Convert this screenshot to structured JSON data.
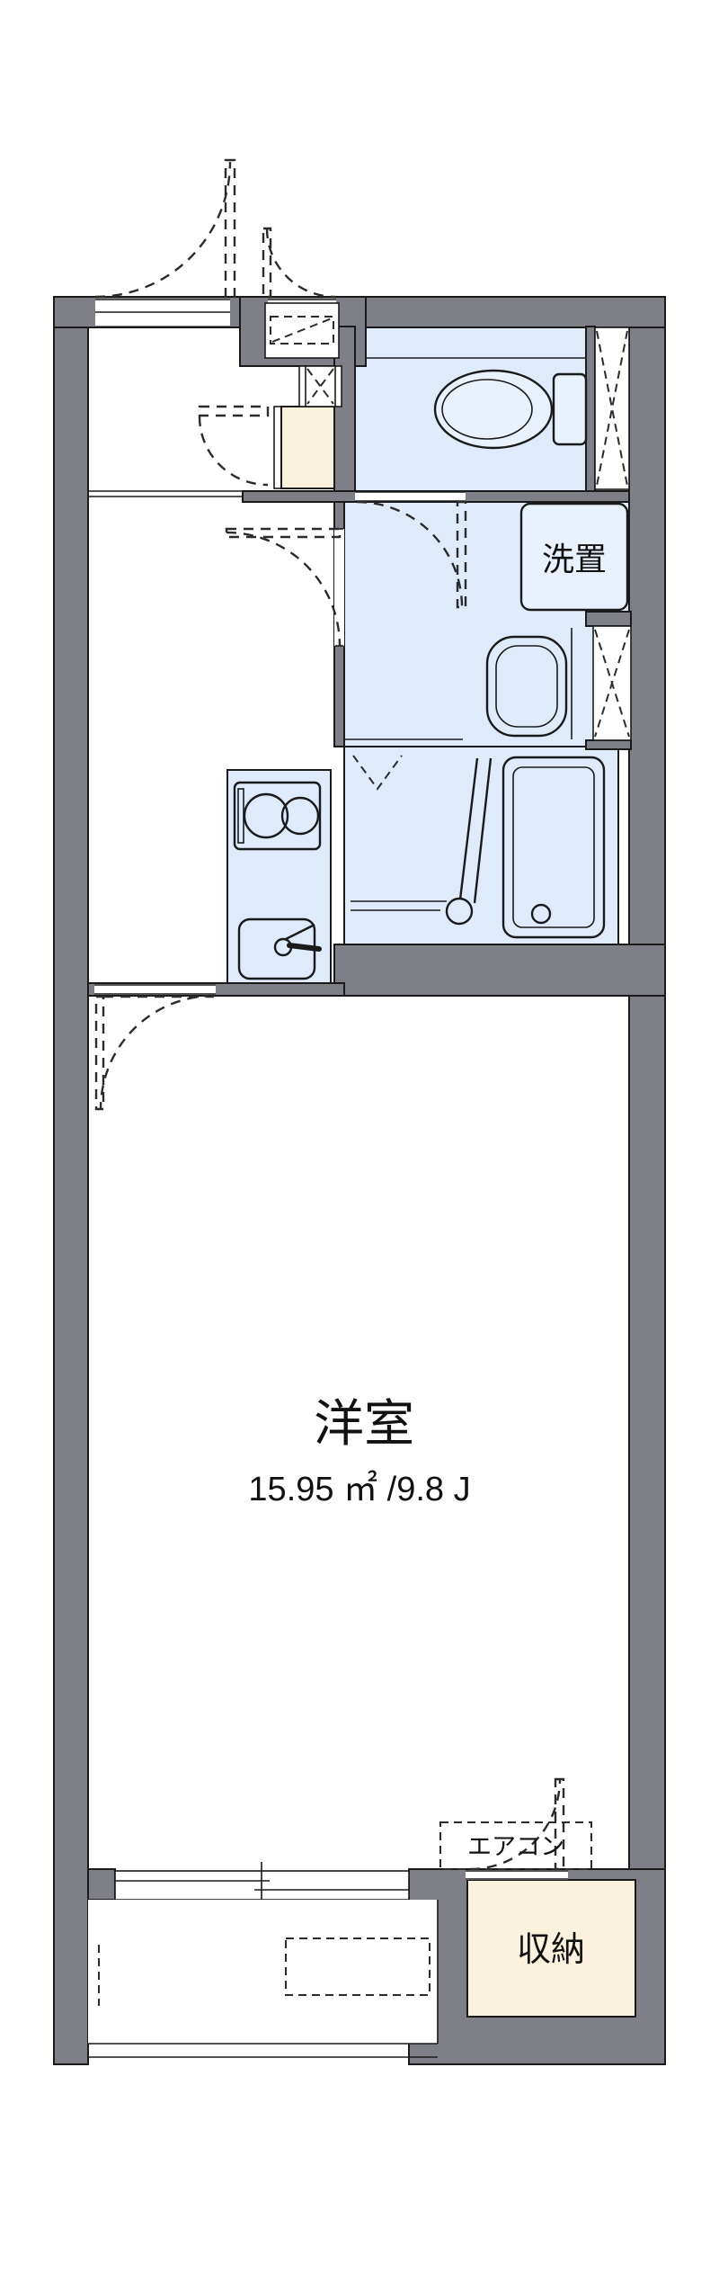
{
  "floorplan": {
    "type": "apartment-floor-plan",
    "labels": {
      "main_room": "洋室",
      "main_room_size": "15.95 ㎡ /9.8 J",
      "washer_space": "洗置",
      "aircon": "エアコン",
      "storage": "収納"
    },
    "colors": {
      "wall_gray": "#7f7f87",
      "water_area_blue": "#dfeafa",
      "fixture_light_blue": "#e9f1fc",
      "storage_beige": "#faf2dd",
      "line_black": "#1a1a1a",
      "background": "#ffffff"
    }
  }
}
